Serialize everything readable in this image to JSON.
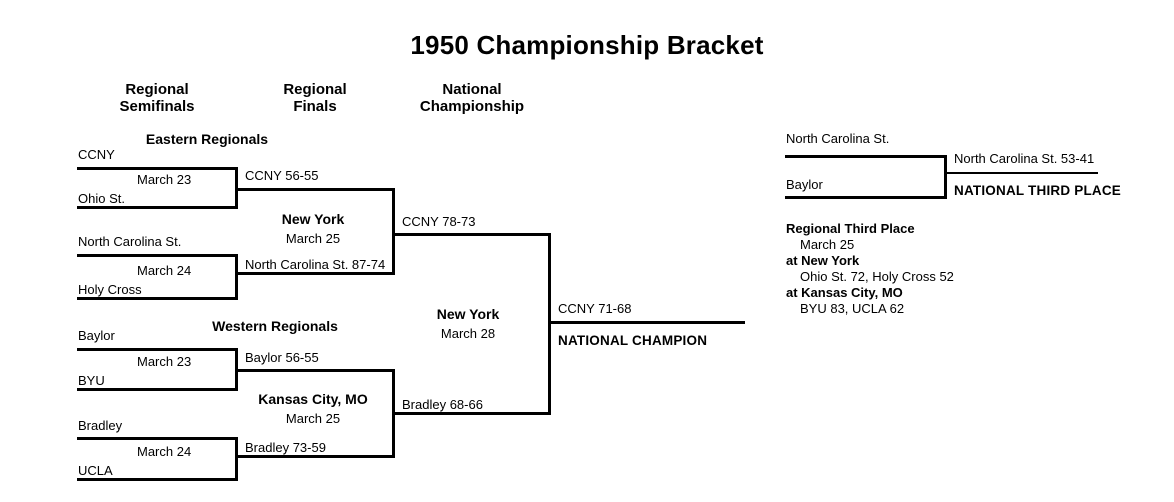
{
  "title": "1950 Championship Bracket",
  "columns": [
    {
      "line1": "Regional",
      "line2": "Semifinals"
    },
    {
      "line1": "Regional",
      "line2": "Finals"
    },
    {
      "line1": "National",
      "line2": "Championship"
    }
  ],
  "regions": {
    "east": "Eastern Regionals",
    "west": "Western Regionals"
  },
  "semifinals": [
    {
      "top": "CCNY",
      "date": "March 23",
      "bottom": "Ohio St."
    },
    {
      "top": "North Carolina St.",
      "date": "March 24",
      "bottom": "Holy Cross"
    },
    {
      "top": "Baylor",
      "date": "March 23",
      "bottom": "BYU"
    },
    {
      "top": "Bradley",
      "date": "March 24",
      "bottom": "UCLA"
    }
  ],
  "regional_finals": {
    "east": {
      "top_result": "CCNY 56-55",
      "bottom_result": "North Carolina St. 87-74",
      "site": "New York",
      "date": "March 25"
    },
    "west": {
      "top_result": "Baylor 56-55",
      "bottom_result": "Bradley 73-59",
      "site": "Kansas City, MO",
      "date": "March 25"
    }
  },
  "national_championship": {
    "top_result": "CCNY 78-73",
    "bottom_result": "Bradley 68-66",
    "site": "New York",
    "date": "March 28",
    "final_result": "CCNY 71-68",
    "final_label": "NATIONAL CHAMPION"
  },
  "third_place_game": {
    "top": "North Carolina St.",
    "bottom": "Baylor",
    "result": "North Carolina St. 53-41",
    "label": "NATIONAL THIRD PLACE"
  },
  "regional_third_place": {
    "heading": "Regional Third Place",
    "date": "March 25",
    "site1": "at New York",
    "site1_result": "Ohio St. 72, Holy Cross 52",
    "site2": "at Kansas City, MO",
    "site2_result": "BYU 83, UCLA 62"
  },
  "colors": {
    "ink": "#000000",
    "paper": "#ffffff"
  }
}
